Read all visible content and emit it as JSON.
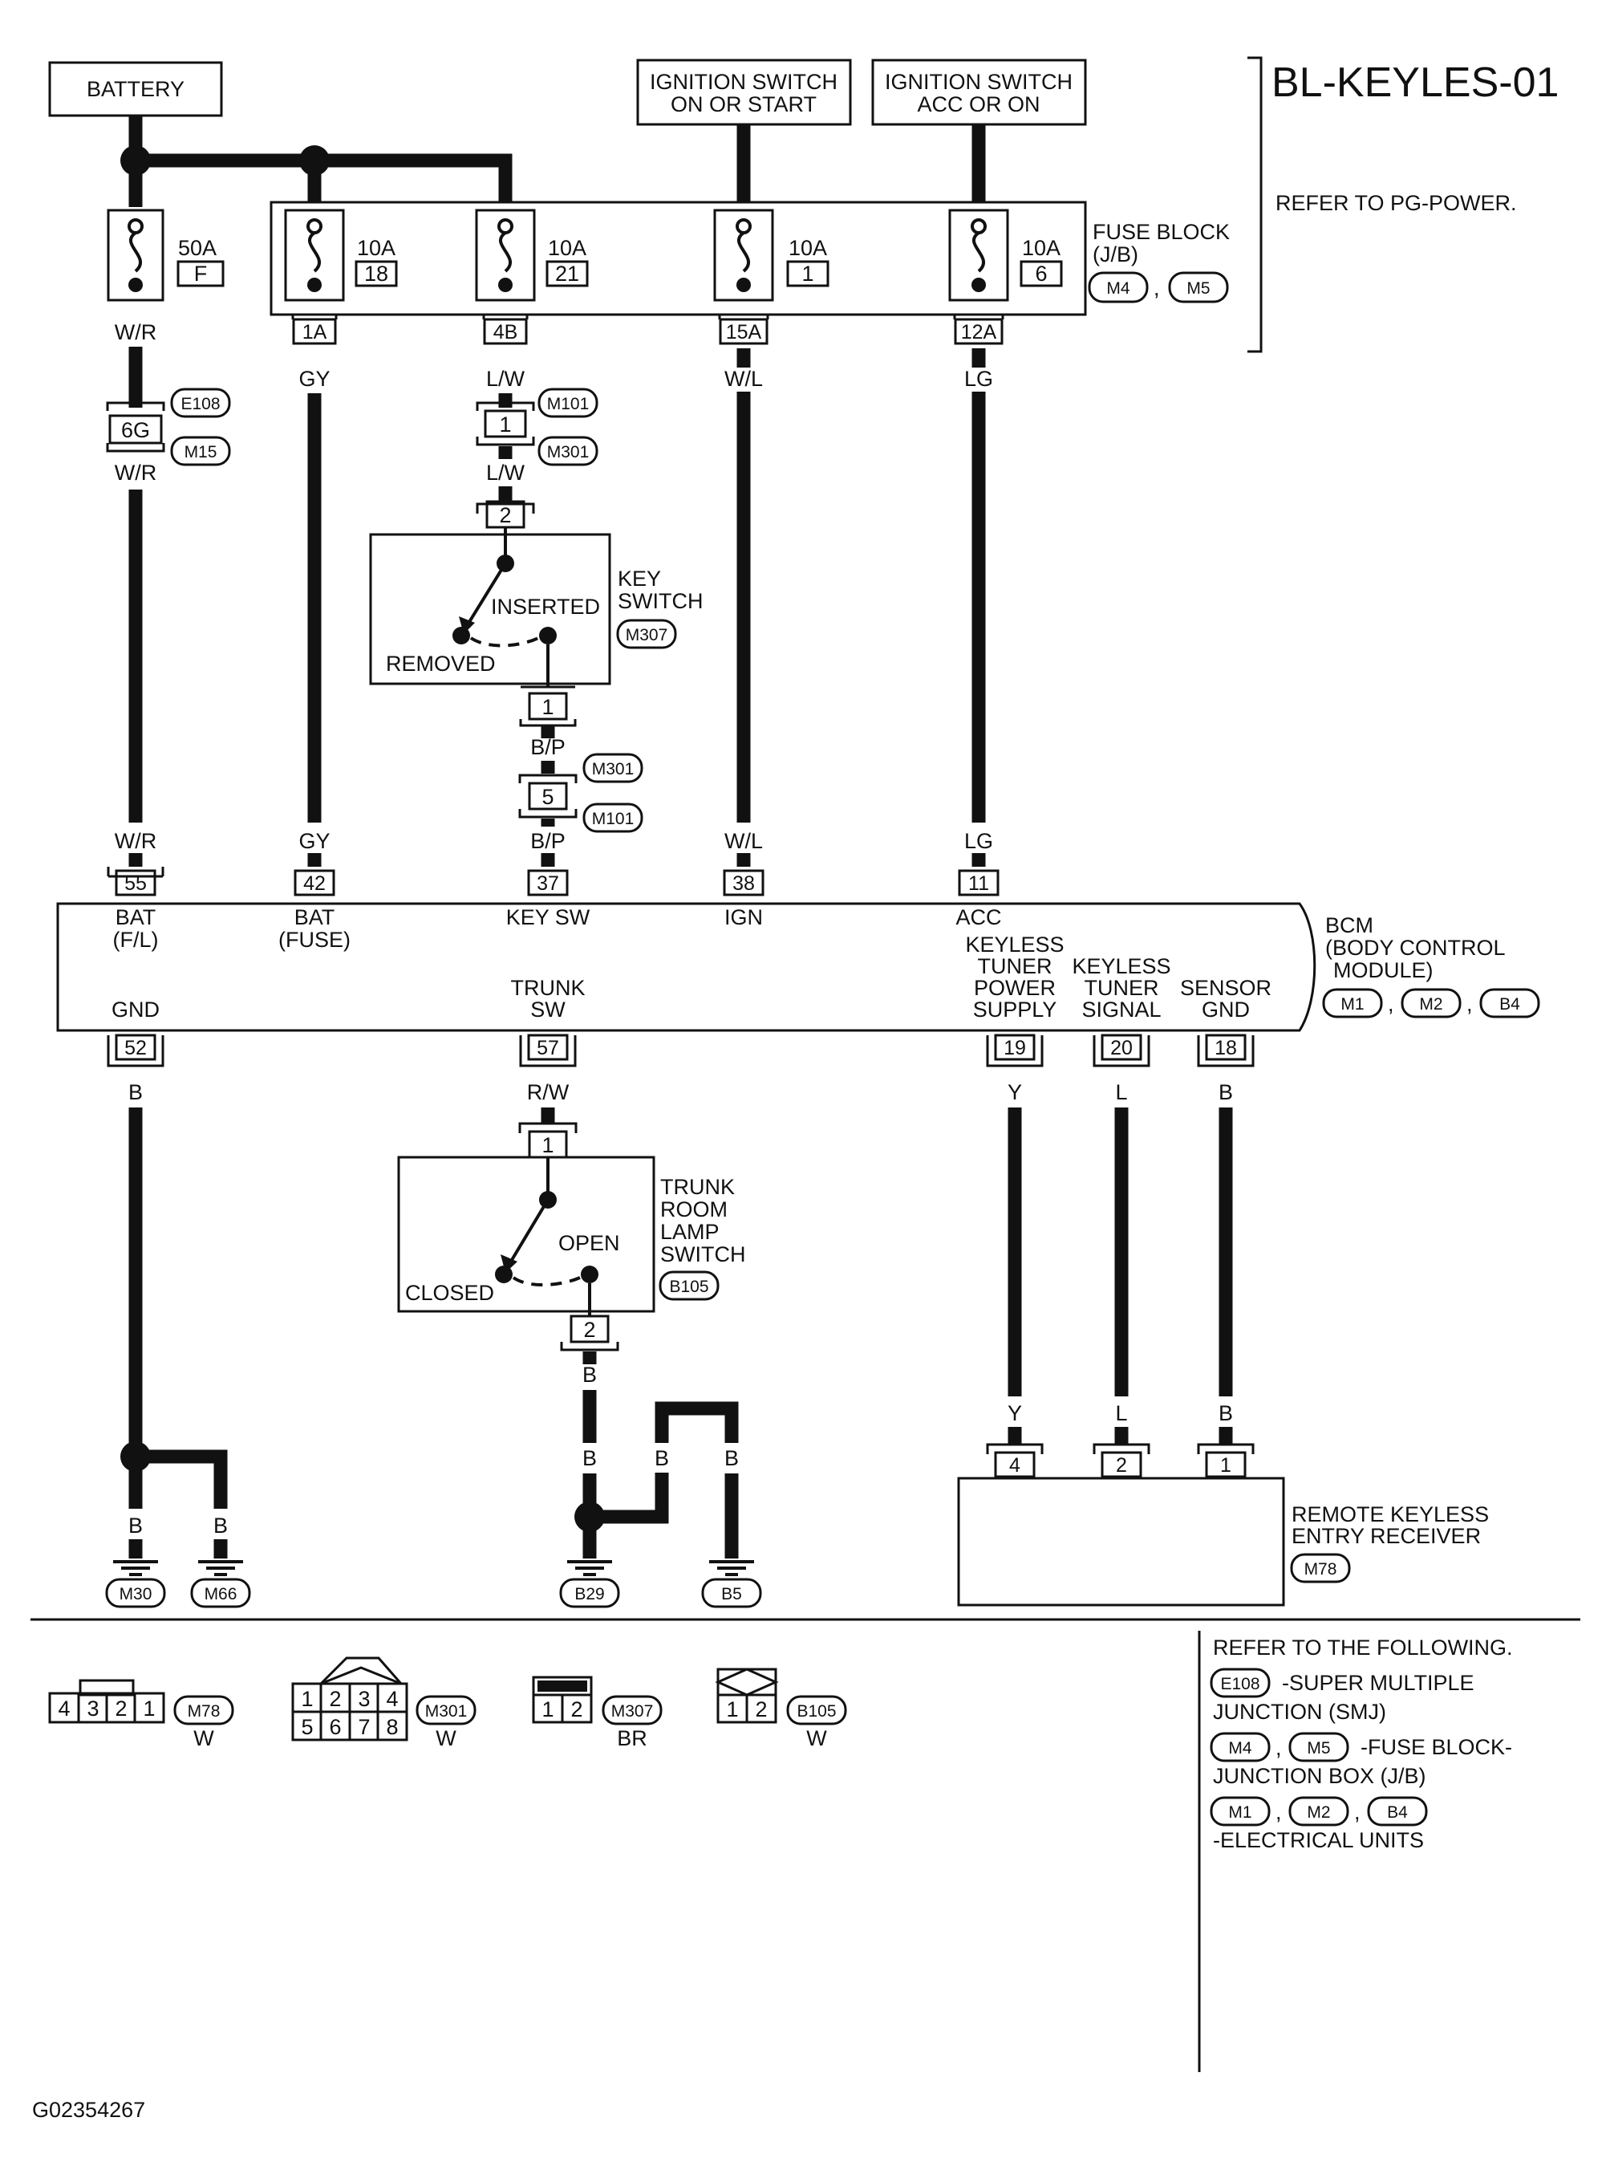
{
  "title": "BL-KEYLES-01",
  "refer_pg_power": "REFER TO PG-POWER.",
  "footer_id": "G02354267",
  "sources": {
    "battery": "BATTERY",
    "ign_on_start_1": "IGNITION SWITCH",
    "ign_on_start_2": "ON OR START",
    "ign_acc_on_1": "IGNITION SWITCH",
    "ign_acc_on_2": "ACC OR ON"
  },
  "fuse_block": {
    "label_1": "FUSE BLOCK",
    "label_2": "(J/B)",
    "conn_a": "M4",
    "conn_b": "M5",
    "comma": ","
  },
  "fuses": {
    "f": {
      "rating": "50A",
      "id": "F"
    },
    "f18": {
      "rating": "10A",
      "id": "18",
      "terminal": "1A"
    },
    "f21": {
      "rating": "10A",
      "id": "21",
      "terminal": "4B"
    },
    "f1": {
      "rating": "10A",
      "id": "1",
      "terminal": "15A"
    },
    "f6": {
      "rating": "10A",
      "id": "6",
      "terminal": "12A"
    }
  },
  "wires": {
    "wr_top": "W/R",
    "wr_mid": "W/R",
    "wr_bot": "W/R",
    "gy_top": "GY",
    "gy_bot": "GY",
    "lw_top": "L/W",
    "lw_mid": "L/W",
    "bp_top": "B/P",
    "bp_bot": "B/P",
    "wl_top": "W/L",
    "wl_bot": "W/L",
    "lg_top": "LG",
    "lg_bot": "LG",
    "b_gnd": "B",
    "b_m30": "B",
    "b_m66": "B",
    "rw": "R/W",
    "b_trunk": "B",
    "b_trunk2": "B",
    "b_jog": "B",
    "b_b5": "B",
    "y_top": "Y",
    "y_bot": "Y",
    "l_top": "L",
    "l_bot": "L",
    "bs_top": "B",
    "bs_bot": "B"
  },
  "smj": {
    "pin": "6G",
    "conn_a": "E108",
    "conn_b": "M15"
  },
  "inline_key": {
    "pin_top": "1",
    "pin_bot": "5",
    "conn_a": "M101",
    "conn_b": "M301",
    "conn_c": "M301",
    "conn_d": "M101"
  },
  "key_switch": {
    "label_1": "KEY",
    "label_2": "SWITCH",
    "conn": "M307",
    "pin_in": "2",
    "pin_out": "1",
    "inserted": "INSERTED",
    "removed": "REMOVED"
  },
  "bcm": {
    "label_1": "BCM",
    "label_2": "(BODY CONTROL",
    "label_3": "MODULE)",
    "conn_a": "M1",
    "conn_b": "M2",
    "conn_c": "B4",
    "comma": ",",
    "pins": {
      "p55": "55",
      "p42": "42",
      "p37": "37",
      "p38": "38",
      "p11": "11",
      "p52": "52",
      "p57": "57",
      "p19": "19",
      "p20": "20",
      "p18": "18"
    },
    "terms": {
      "bat_fl_1": "BAT",
      "bat_fl_2": "(F/L)",
      "bat_fuse_1": "BAT",
      "bat_fuse_2": "(FUSE)",
      "key_sw": "KEY SW",
      "ign": "IGN",
      "acc": "ACC",
      "gnd": "GND",
      "trunk_sw_1": "TRUNK",
      "trunk_sw_2": "SW",
      "kt_ps_1": "KEYLESS",
      "kt_ps_2": "TUNER",
      "kt_ps_3": "POWER",
      "kt_ps_4": "SUPPLY",
      "kt_sig_1": "KEYLESS",
      "kt_sig_2": "TUNER",
      "kt_sig_3": "SIGNAL",
      "sens_1": "SENSOR",
      "sens_2": "GND"
    }
  },
  "trunk_switch": {
    "label_1": "TRUNK",
    "label_2": "ROOM",
    "label_3": "LAMP",
    "label_4": "SWITCH",
    "conn": "B105",
    "pin_in": "1",
    "pin_out": "2",
    "open": "OPEN",
    "closed": "CLOSED"
  },
  "receiver": {
    "label_1": "REMOTE KEYLESS",
    "label_2": "ENTRY RECEIVER",
    "conn": "M78",
    "pins": {
      "p4": "4",
      "p2": "2",
      "p1": "1"
    }
  },
  "grounds": {
    "m30": "M30",
    "m66": "M66",
    "b29": "B29",
    "b5": "B5"
  },
  "connectors": {
    "m78": {
      "name": "M78",
      "color": "W",
      "pins": [
        "4",
        "3",
        "2",
        "1"
      ]
    },
    "m301": {
      "name": "M301",
      "color": "W",
      "pins_top": [
        "1",
        "2",
        "3",
        "4"
      ],
      "pins_bot": [
        "5",
        "6",
        "7",
        "8"
      ]
    },
    "m307": {
      "name": "M307",
      "color": "BR",
      "pins": [
        "1",
        "2"
      ]
    },
    "b105": {
      "name": "B105",
      "color": "W",
      "pins": [
        "1",
        "2"
      ]
    }
  },
  "references": {
    "heading": "REFER TO THE FOLLOWING.",
    "smj_conn": "E108",
    "smj_text_1": "-SUPER MULTIPLE",
    "smj_text_2": "JUNCTION (SMJ)",
    "jb_conn_a": "M4",
    "jb_conn_b": "M5",
    "jb_text_1": "-FUSE BLOCK-",
    "jb_text_2": "JUNCTION BOX (J/B)",
    "eu_conn_a": "M1",
    "eu_conn_b": "M2",
    "eu_conn_c": "B4",
    "eu_text": "-ELECTRICAL UNITS",
    "comma": ","
  }
}
